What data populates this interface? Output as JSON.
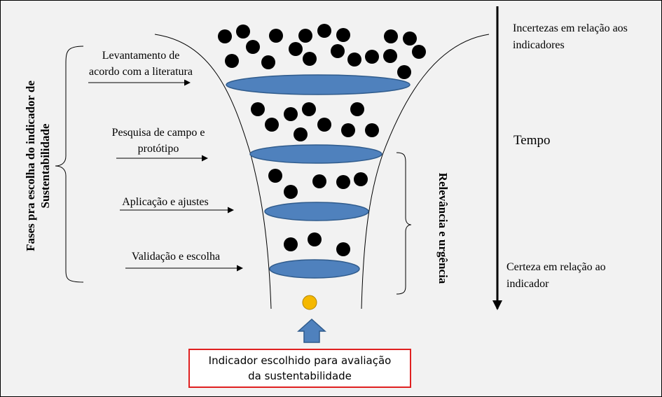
{
  "phases_group_label": [
    "Fases pra escolha do indicador de",
    "Sustentabilidade"
  ],
  "phases": [
    {
      "lines": [
        "Levantamento de",
        "acordo com a literatura"
      ]
    },
    {
      "lines": [
        "Pesquisa de campo e",
        "protótipo"
      ]
    },
    {
      "lines": [
        "Aplicação e ajustes"
      ]
    },
    {
      "lines": [
        "Validação e escolha"
      ]
    }
  ],
  "time_axis": {
    "top_label": [
      "Incertezas em relação aos",
      "indicadores"
    ],
    "middle_label": "Tempo",
    "bottom_label": [
      "Certeza em relação ao",
      "indicador"
    ]
  },
  "relevance_label": "Relevância e urgência",
  "result_box": [
    "Indicador escolhido para avaliação",
    "da sustentabilidade"
  ],
  "colors": {
    "background": "#f2f2f2",
    "filter_disc": "#4f81bd",
    "filter_disc_stroke": "#2f5b8c",
    "dot": "#000000",
    "result_dot": "#f5b800",
    "up_arrow": "#4f81bd",
    "result_border": "#e02020"
  }
}
